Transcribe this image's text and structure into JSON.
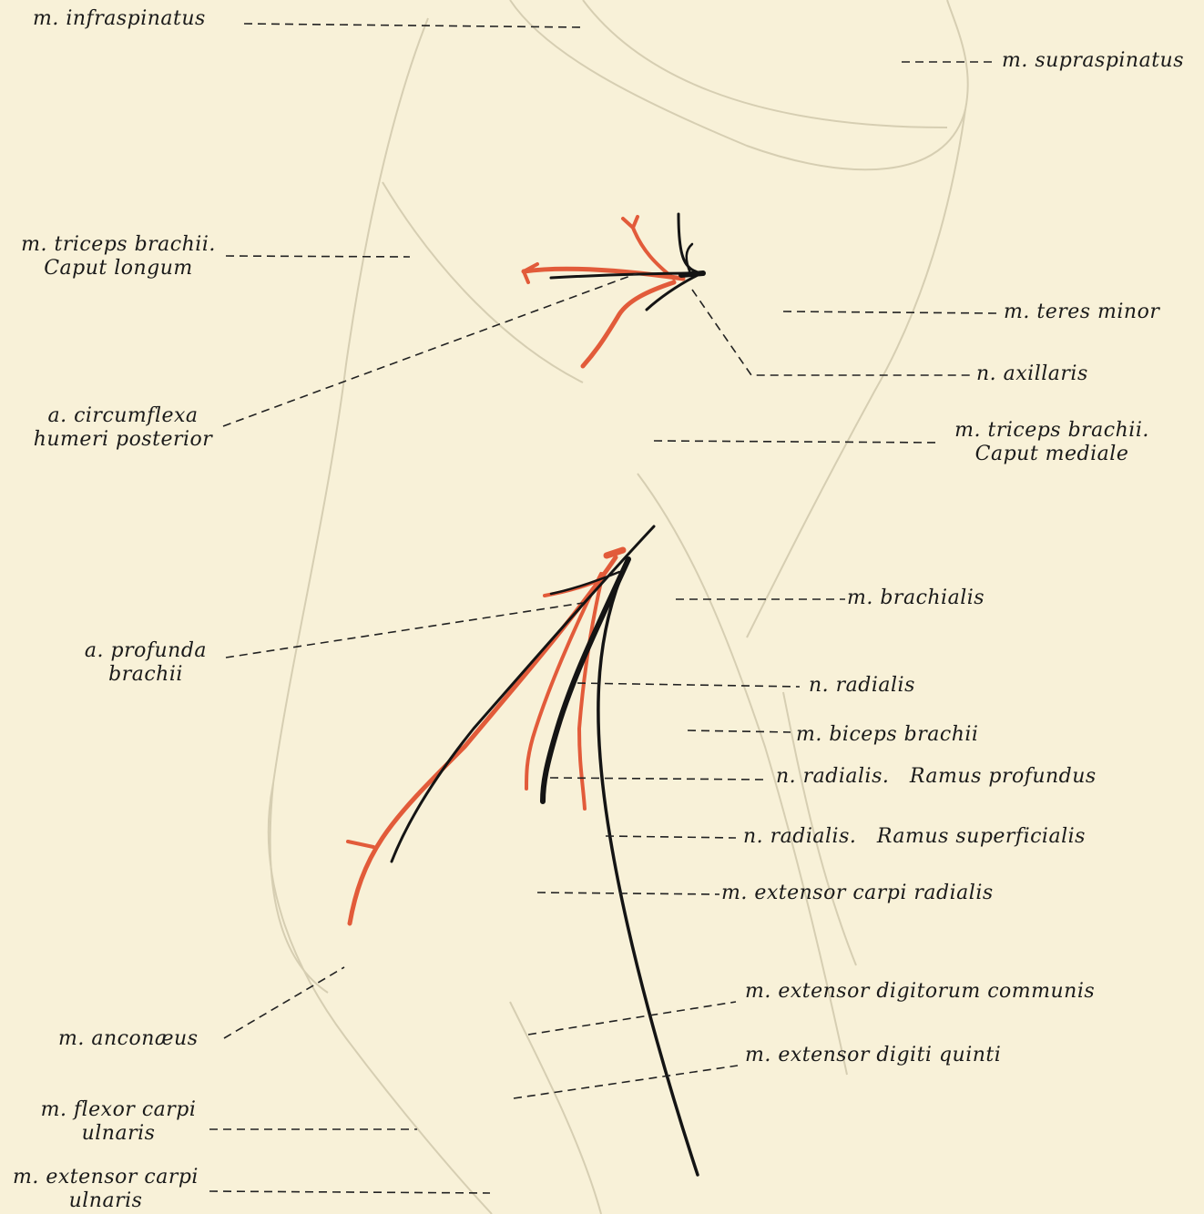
{
  "labels": {
    "infraspinatus": "m. infraspinatus",
    "supraspinatus": "m. supraspinatus",
    "triceps_longum_1": "m. triceps brachii.",
    "triceps_longum_2": "Caput longum",
    "teres_minor": "m. teres minor",
    "axillaris": "n. axillaris",
    "circumflexa_1": "a. circumflexa",
    "circumflexa_2": "humeri posterior",
    "triceps_mediale_1": "m. triceps brachii.",
    "triceps_mediale_2": "Caput mediale",
    "brachialis": "m. brachialis",
    "profunda_1": "a. profunda",
    "profunda_2": "brachii",
    "radialis": "n. radialis",
    "biceps": "m. biceps brachii",
    "radialis_profundus": "n. radialis.   Ramus profundus",
    "radialis_superficialis": "n. radialis.   Ramus superficialis",
    "ext_carpi_radialis": "m. extensor carpi radialis",
    "ext_digitorum": "m. extensor digitorum communis",
    "ext_digiti_quinti": "m. extensor digiti quinti",
    "anconaeus": "m. anconæus",
    "flexor_carpi_ulnaris_1": "m. flexor carpi",
    "flexor_carpi_ulnaris_2": "ulnaris",
    "ext_carpi_ulnaris_1": "m. extensor carpi",
    "ext_carpi_ulnaris_2": "ulnaris"
  },
  "colors": {
    "background": "#f8f1d8",
    "nerve": "#141414",
    "artery": "#e25b3a",
    "leader": "#222222"
  }
}
